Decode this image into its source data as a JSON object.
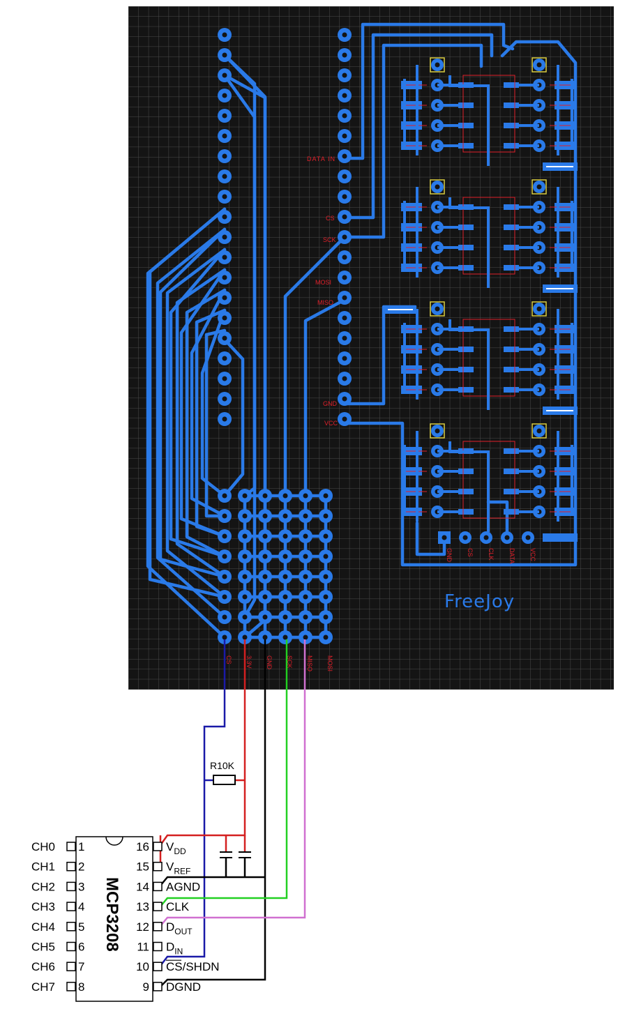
{
  "colors": {
    "board_bg": "#141414",
    "grid": "#4a4a4a",
    "copper": "#2a7ae8",
    "silk": "#e0202a",
    "pad_outline": "#d8cc40",
    "wire_blue": "#1a1aa8",
    "wire_red": "#d42020",
    "wire_black": "#000000",
    "wire_green": "#22d022",
    "wire_violet": "#d070d0"
  },
  "pcb": {
    "brand": "FreeJoy",
    "labels": {
      "datain": "DATA IN",
      "cs": "CS",
      "sck": "SCK",
      "mosi": "MOSI",
      "miso": "MISO",
      "gnd": "GND",
      "vcc": "VCC"
    },
    "bottom_header_labels": [
      "CS",
      "3.3V",
      "GND",
      "SCK",
      "MISO",
      "MOSI"
    ],
    "shift_header_labels": [
      "GND",
      "CS",
      "CLK",
      "DATA",
      "VCC"
    ]
  },
  "resistor": {
    "label": "R10K"
  },
  "chip": {
    "name": "MCP3208",
    "left_pins": [
      {
        "num": "1",
        "name": "CH0"
      },
      {
        "num": "2",
        "name": "CH1"
      },
      {
        "num": "3",
        "name": "CH2"
      },
      {
        "num": "4",
        "name": "CH3"
      },
      {
        "num": "5",
        "name": "CH4"
      },
      {
        "num": "6",
        "name": "CH5"
      },
      {
        "num": "7",
        "name": "CH6"
      },
      {
        "num": "8",
        "name": "CH7"
      }
    ],
    "right_pins": [
      {
        "num": "16",
        "name": "V",
        "sub": "DD"
      },
      {
        "num": "15",
        "name": "V",
        "sub": "REF"
      },
      {
        "num": "14",
        "name": "AGND",
        "sub": ""
      },
      {
        "num": "13",
        "name": "CLK",
        "sub": ""
      },
      {
        "num": "12",
        "name": "D",
        "sub": "OUT"
      },
      {
        "num": "11",
        "name": "D",
        "sub": "IN"
      },
      {
        "num": "10",
        "name": "CS/SHDN",
        "sub": ""
      },
      {
        "num": "9",
        "name": "DGND",
        "sub": ""
      }
    ]
  }
}
